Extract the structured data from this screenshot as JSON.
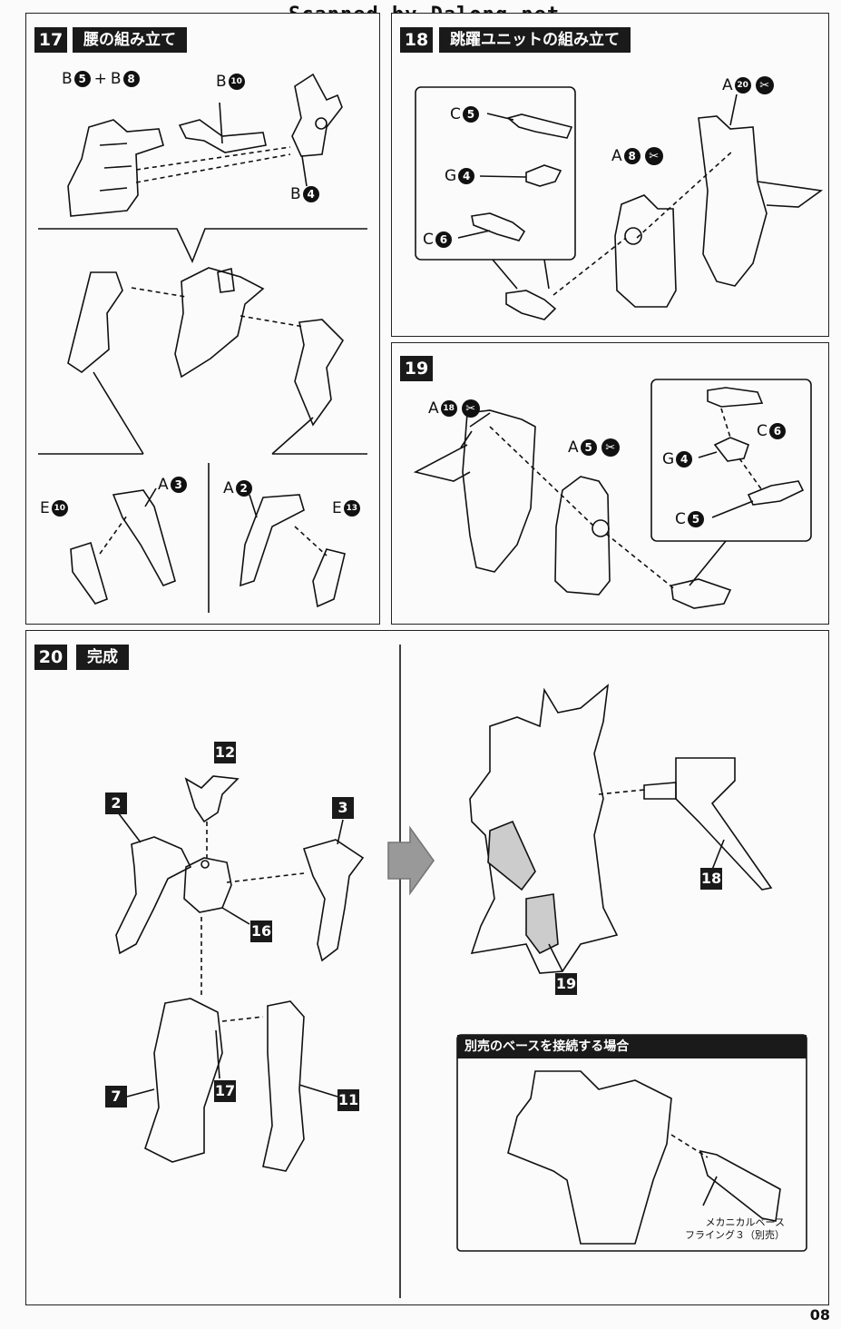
{
  "watermark": "Scanned by Dalong.net",
  "page_number": "08",
  "step17": {
    "number": "17",
    "title": "腰の組み立て",
    "labels": {
      "b5b8": {
        "l1": "B",
        "n1": "5",
        "plus": "+",
        "l2": "B",
        "n2": "8"
      },
      "b10": {
        "l": "B",
        "n": "10"
      },
      "b4": {
        "l": "B",
        "n": "4"
      },
      "e10": {
        "l": "E",
        "n": "10"
      },
      "a3": {
        "l": "A",
        "n": "3"
      },
      "a2": {
        "l": "A",
        "n": "2"
      },
      "e13": {
        "l": "E",
        "n": "13"
      }
    }
  },
  "step18": {
    "number": "18",
    "title": "跳躍ユニットの組み立て",
    "labels": {
      "c5": {
        "l": "C",
        "n": "5"
      },
      "g4": {
        "l": "G",
        "n": "4"
      },
      "c6": {
        "l": "C",
        "n": "6"
      },
      "a8": {
        "l": "A",
        "n": "8"
      },
      "a20": {
        "l": "A",
        "n": "20"
      }
    }
  },
  "step19": {
    "number": "19",
    "labels": {
      "a18": {
        "l": "A",
        "n": "18"
      },
      "a5": {
        "l": "A",
        "n": "5"
      },
      "c6": {
        "l": "C",
        "n": "6"
      },
      "g4": {
        "l": "G",
        "n": "4"
      },
      "c5": {
        "l": "C",
        "n": "5"
      }
    }
  },
  "step20": {
    "number": "20",
    "title": "完成",
    "parts": {
      "p12": "12",
      "p2": "2",
      "p3": "3",
      "p16": "16",
      "p7": "7",
      "p17": "17",
      "p11": "11",
      "p18": "18",
      "p19": "19"
    },
    "base_box": {
      "title": "別売のベースを接続する場合",
      "note_line1": "メカニカルベース",
      "note_line2": "フライング３（別売）"
    }
  }
}
